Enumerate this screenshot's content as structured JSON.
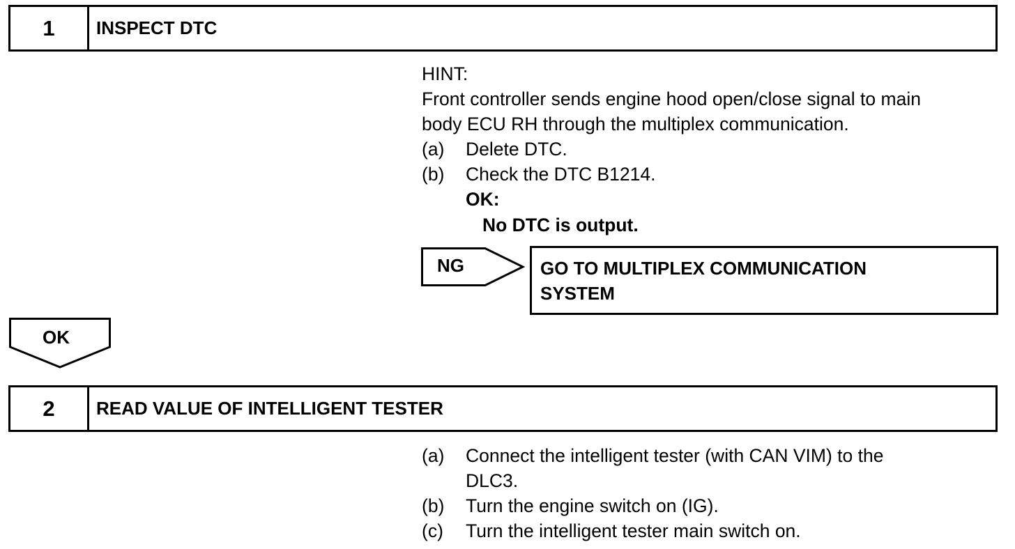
{
  "step1": {
    "number": "1",
    "title": "INSPECT DTC",
    "hint_label": "HINT:",
    "hint_lines": [
      "Front controller sends engine hood open/close signal to main",
      "body ECU RH through the multiplex communication."
    ],
    "items": [
      {
        "marker": "(a)",
        "text": "Delete DTC."
      },
      {
        "marker": "(b)",
        "text": "Check the DTC B1214."
      }
    ],
    "ok_label": "OK:",
    "ok_text": "No DTC is output.",
    "ng_label": "NG",
    "ng_result_lines": [
      "GO TO MULTIPLEX COMMUNICATION",
      "SYSTEM"
    ],
    "ok_tab": "OK"
  },
  "step2": {
    "number": "2",
    "title": "READ VALUE OF INTELLIGENT TESTER",
    "items": [
      {
        "marker": "(a)",
        "lines": [
          "Connect the intelligent tester (with CAN VIM) to the",
          "DLC3."
        ]
      },
      {
        "marker": "(b)",
        "lines": [
          "Turn the engine switch on (IG)."
        ]
      },
      {
        "marker": "(c)",
        "lines": [
          "Turn the intelligent tester main switch on."
        ]
      }
    ]
  }
}
